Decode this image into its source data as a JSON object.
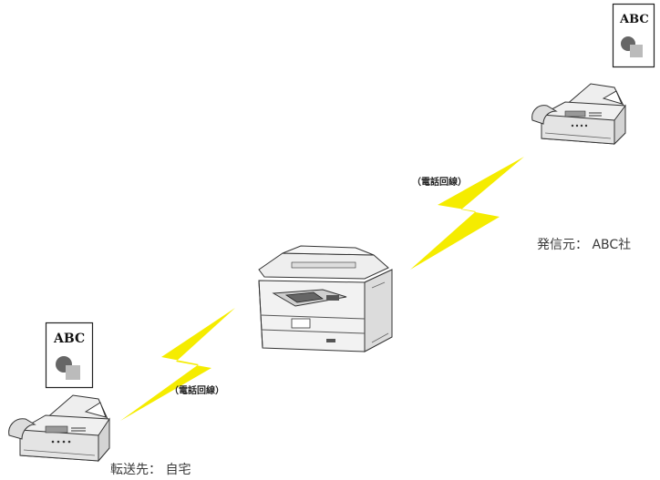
{
  "labels": {
    "sender": "発信元： ABC社",
    "forward_to": "転送先： 自宅",
    "line_top": "（電話回線）",
    "line_bottom": "（電話回線）"
  },
  "documents": {
    "top_doc_text": "ABC",
    "bottom_doc_text": "ABC"
  },
  "icons": {
    "sender_fax": "fax-machine-icon",
    "receiver_fax": "fax-machine-icon",
    "mfp": "multifunction-printer-icon",
    "lightning": "lightning-bolt-icon"
  },
  "colors": {
    "lightning": "#f5ec00",
    "device_gray": "#d9d9d9",
    "outline": "#333333"
  }
}
